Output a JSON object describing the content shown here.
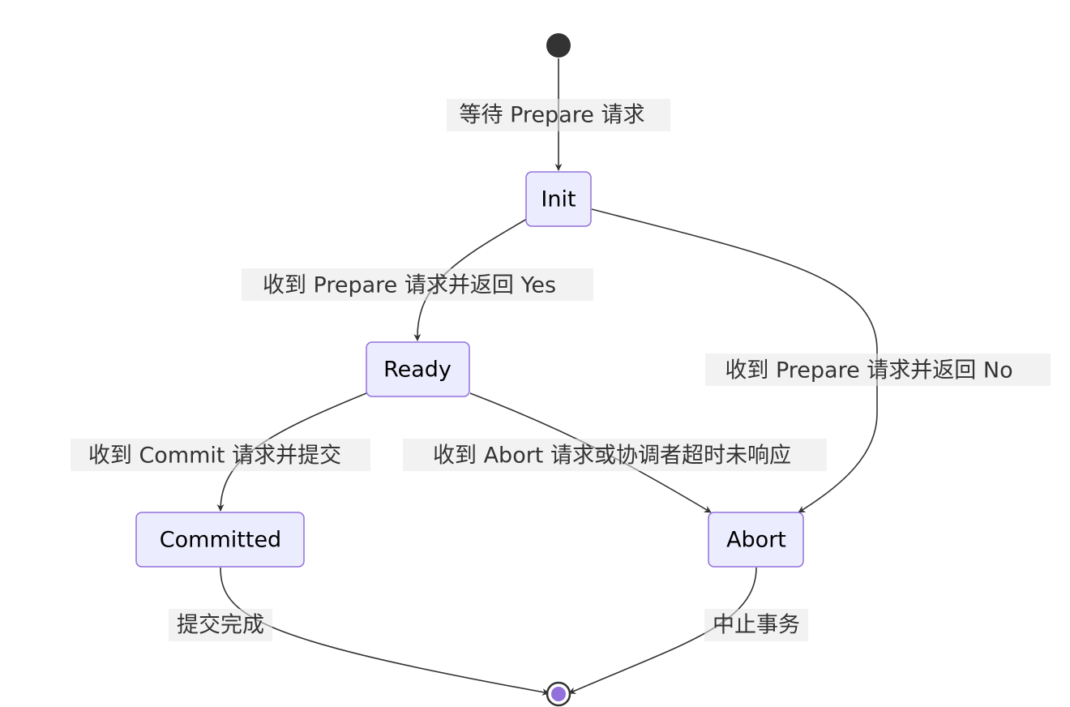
{
  "diagram": {
    "type": "state-diagram",
    "colors": {
      "state_fill": "#ECECFF",
      "state_border": "#9370DB",
      "edge": "#333333",
      "start_dot": "#333333",
      "end_dot": "#9370DB"
    },
    "states": {
      "init": "Init",
      "ready": "Ready",
      "committed": "Committed",
      "abort": "Abort"
    },
    "transitions": [
      {
        "from": "start",
        "to": "init",
        "label": "等待 Prepare 请求"
      },
      {
        "from": "init",
        "to": "ready",
        "label": "收到 Prepare 请求并返回 Yes"
      },
      {
        "from": "init",
        "to": "abort",
        "label": "收到 Prepare 请求并返回 No"
      },
      {
        "from": "ready",
        "to": "committed",
        "label": "收到 Commit 请求并提交"
      },
      {
        "from": "ready",
        "to": "abort",
        "label": "收到 Abort 请求或协调者超时未响应"
      },
      {
        "from": "committed",
        "to": "end",
        "label": "提交完成"
      },
      {
        "from": "abort",
        "to": "end",
        "label": "中止事务"
      }
    ]
  }
}
